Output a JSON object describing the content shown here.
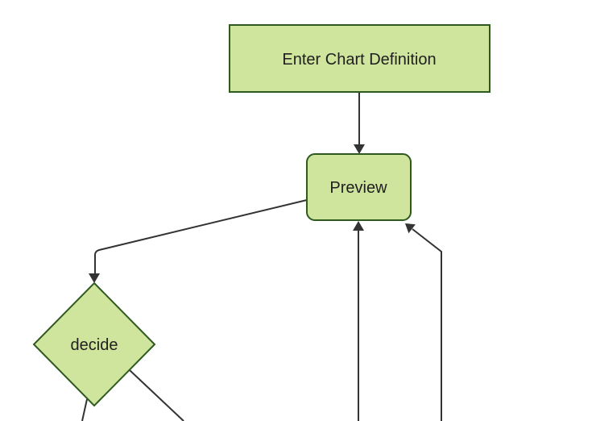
{
  "diagram": {
    "kind": "flowchart",
    "direction": "top-down",
    "background_color": "#ffffff",
    "theme": {
      "node_fill": "#cfe49d",
      "node_border": "#2f5a1f",
      "edge_color": "#333333",
      "label_color": "#1f1f1f"
    },
    "nodes": [
      {
        "id": "A",
        "label": "Enter Chart Definition",
        "shape": "rectangle"
      },
      {
        "id": "B",
        "label": "Preview",
        "shape": "rounded-rectangle"
      },
      {
        "id": "C",
        "label": "decide",
        "shape": "diamond"
      }
    ],
    "edges": [
      {
        "from": "Enter Chart Definition",
        "to": "Preview",
        "arrow": true
      },
      {
        "from": "Preview",
        "to": "decide",
        "arrow": true
      },
      {
        "from": "decide",
        "to": "offscreen-bottom-left",
        "arrow": false
      },
      {
        "from": "decide",
        "to": "offscreen-bottom-right",
        "arrow": false
      },
      {
        "from": "offscreen-bottom",
        "to": "Preview",
        "arrow": true
      },
      {
        "from": "offscreen-bottom-right",
        "to": "Preview",
        "arrow": true
      }
    ]
  }
}
